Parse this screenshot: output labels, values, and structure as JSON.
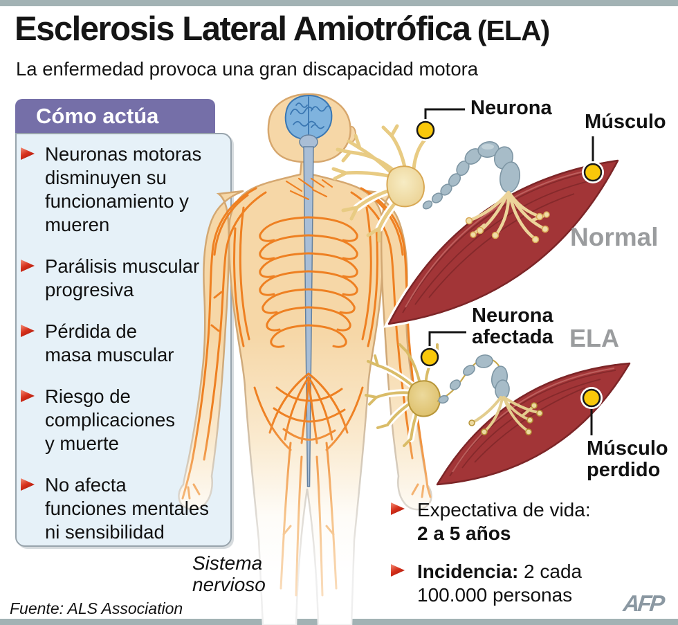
{
  "header": {
    "title": "Esclerosis Lateral Amiotrófica",
    "title_suffix": " (ELA)",
    "subtitle": "La enfermedad provoca una gran discapacidad motora"
  },
  "how_it_acts": {
    "title": "Cómo actúa",
    "items": [
      "Neuronas motoras\ndisminuyen su\nfuncionamiento y\nmueren",
      "Parálisis muscular\nprogresiva",
      "Pérdida de\nmasa muscular",
      "Riesgo de\ncomplicaciones\ny muerte",
      "No afecta\nfunciones mentales\nni sensibilidad"
    ]
  },
  "body_figure": {
    "caption": "Sistema\nnervioso"
  },
  "comparison": {
    "normal": {
      "neuron_label": "Neurona",
      "muscle_label": "Músculo",
      "state_label": "Normal"
    },
    "ela": {
      "neuron_label": "Neurona\nafectada",
      "state_label": "ELA",
      "muscle_label": "Músculo\nperdido"
    }
  },
  "facts": [
    {
      "label": "Expectativa de vida:",
      "value": "2 a 5 años"
    },
    {
      "label": "Incidencia:",
      "value": " 2 cada\n100.000 personas"
    }
  ],
  "footer": {
    "source": "Fuente: ALS Association",
    "logo": "AFP"
  },
  "colors": {
    "accent_purple": "#756fa8",
    "panel_blue": "#e6f1f8",
    "bullet_red": "#d6311c",
    "muscle_red": "#a23537",
    "nerve_orange": "#ee8022",
    "skin": "#f6d7a7",
    "brain_blue": "#7fb3de",
    "spine_blue": "#a9bed6",
    "myelin_gray": "#a7bcc8",
    "neuron_tan": "#e8cb83",
    "marker_yellow": "#f9c80a",
    "label_gray": "#9a9c9e",
    "bar_gray": "#a2b2b4"
  }
}
